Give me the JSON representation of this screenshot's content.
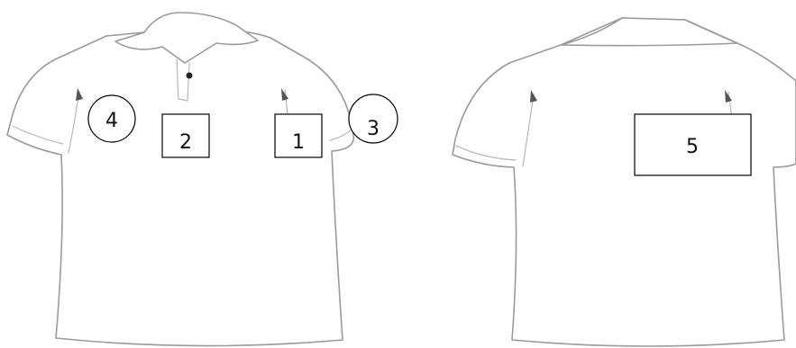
{
  "placements": {
    "front": [
      {
        "id": "circle-4",
        "shape": "circle",
        "label": "4"
      },
      {
        "id": "box-2",
        "shape": "rect",
        "label": "2"
      },
      {
        "id": "box-1",
        "shape": "rect",
        "label": "1"
      },
      {
        "id": "circle-3",
        "shape": "circle",
        "label": "3"
      }
    ],
    "back": [
      {
        "id": "box-5",
        "shape": "rect",
        "label": "5"
      }
    ]
  },
  "colors": {
    "shirt_outline": "#9a9a9a",
    "marker_stroke": "#000000",
    "button": "#222222"
  },
  "icons": {
    "front": "polo-shirt-front-icon",
    "back": "polo-shirt-back-icon"
  }
}
